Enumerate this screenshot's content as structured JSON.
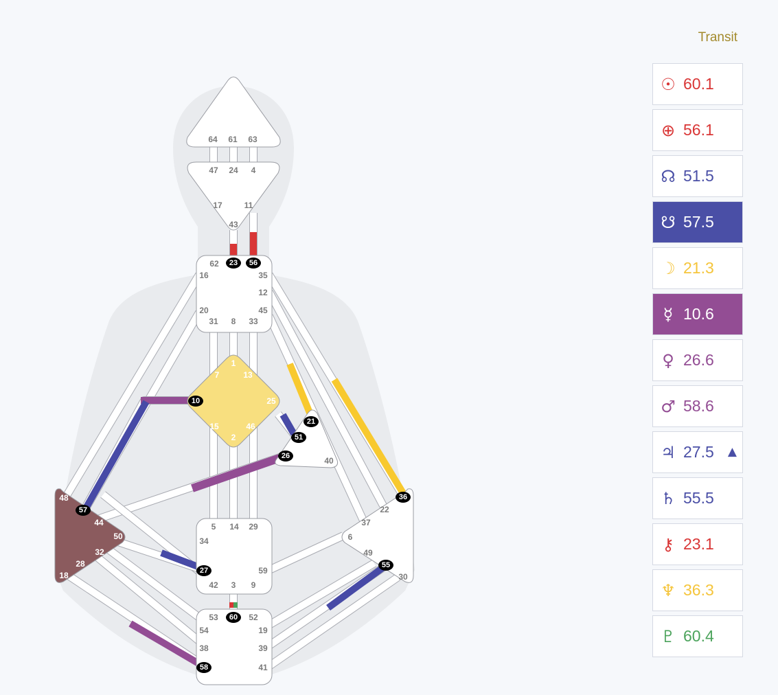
{
  "transit": {
    "title": "Transit",
    "planets": [
      {
        "icon": "sun-icon",
        "symbol": "☉",
        "value": "60.1",
        "color": "#d93636",
        "bg": "#ffffff"
      },
      {
        "icon": "earth-icon",
        "symbol": "⊕",
        "value": "56.1",
        "color": "#d93636",
        "bg": "#ffffff"
      },
      {
        "icon": "north-node-icon",
        "symbol": "☊",
        "value": "51.5",
        "color": "#4a4fa6",
        "bg": "#ffffff"
      },
      {
        "icon": "south-node-icon",
        "symbol": "☋",
        "value": "57.5",
        "color": "#ffffff",
        "bg": "#4a4fa6"
      },
      {
        "icon": "moon-icon",
        "symbol": "☽",
        "value": "21.3",
        "color": "#f5c53c",
        "bg": "#ffffff"
      },
      {
        "icon": "mercury-icon",
        "symbol": "☿",
        "value": "10.6",
        "color": "#ffffff",
        "bg": "#934d94"
      },
      {
        "icon": "venus-icon",
        "symbol": "♀",
        "value": "26.6",
        "color": "#934d94",
        "bg": "#ffffff"
      },
      {
        "icon": "mars-icon",
        "symbol": "♂",
        "value": "58.6",
        "color": "#934d94",
        "bg": "#ffffff"
      },
      {
        "icon": "jupiter-icon",
        "symbol": "♃",
        "value": "27.5",
        "color": "#4a4fa6",
        "bg": "#ffffff",
        "retrograde": "▲"
      },
      {
        "icon": "saturn-icon",
        "symbol": "♄",
        "value": "55.5",
        "color": "#4a4fa6",
        "bg": "#ffffff"
      },
      {
        "icon": "chiron-icon",
        "symbol": "⚷",
        "value": "23.1",
        "color": "#d93636",
        "bg": "#ffffff"
      },
      {
        "icon": "neptune-icon",
        "symbol": "♆",
        "value": "36.3",
        "color": "#f5c53c",
        "bg": "#ffffff"
      },
      {
        "icon": "pluto-icon",
        "symbol": "♇",
        "value": "60.4",
        "color": "#4ca35c",
        "bg": "#ffffff"
      }
    ]
  },
  "colors": {
    "red": "#d93636",
    "blue": "#474aa6",
    "yellow": "#f8c92f",
    "purple": "#934d94",
    "green": "#4ca35c",
    "g_center": "#f8df7f",
    "spleen": "#8b5b5e",
    "silhouette": "#e9ebee"
  },
  "centers": [
    {
      "name": "head-center",
      "defined": false,
      "gates": [
        "64",
        "61",
        "63"
      ]
    },
    {
      "name": "ajna-center",
      "defined": false,
      "gates": [
        "47",
        "24",
        "4",
        "17",
        "11",
        "43"
      ]
    },
    {
      "name": "throat-center",
      "defined": false,
      "gates": [
        "62",
        "23",
        "56",
        "16",
        "35",
        "12",
        "20",
        "45",
        "31",
        "8",
        "33"
      ]
    },
    {
      "name": "g-center",
      "defined": true,
      "gates": [
        "1",
        "7",
        "13",
        "10",
        "25",
        "15",
        "46",
        "2"
      ]
    },
    {
      "name": "heart-center",
      "defined": false,
      "gates": [
        "21",
        "51",
        "26",
        "40"
      ]
    },
    {
      "name": "spleen-center",
      "defined": true,
      "gates": [
        "48",
        "57",
        "44",
        "50",
        "32",
        "28",
        "18"
      ]
    },
    {
      "name": "sacral-center",
      "defined": false,
      "gates": [
        "5",
        "14",
        "29",
        "34",
        "27",
        "59",
        "42",
        "3",
        "9"
      ]
    },
    {
      "name": "solar-plexus-center",
      "defined": false,
      "gates": [
        "36",
        "22",
        "37",
        "6",
        "49",
        "55",
        "30"
      ]
    },
    {
      "name": "root-center",
      "defined": false,
      "gates": [
        "53",
        "60",
        "52",
        "54",
        "19",
        "38",
        "39",
        "58",
        "41"
      ]
    }
  ],
  "active_gates": [
    "23",
    "56",
    "10",
    "21",
    "51",
    "26",
    "57",
    "27",
    "36",
    "55",
    "60",
    "58"
  ]
}
